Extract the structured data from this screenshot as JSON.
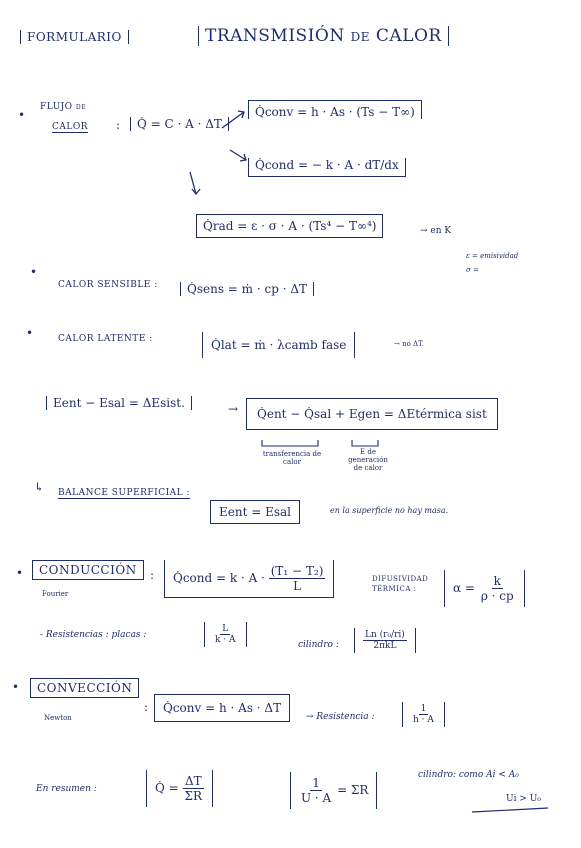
{
  "header": {
    "formulario": "FORMULARIO",
    "title": "TRANSMISIÓN de CALOR"
  },
  "flujo": {
    "bullet": "•",
    "label_line1": "FLUJO de",
    "label_line2": "CALOR",
    "colon": ":",
    "main_formula": "Q̇ = C · A · ΔT",
    "conv": "Q̇conv = h · As · (Ts − T∞)",
    "cond": "Q̇cond = − k · A · dT/dx",
    "rad": "Q̇rad = ε · σ · A · (Ts⁴ − T∞⁴)",
    "rad_note": "→ en K",
    "eps_note": "ε = emisividad",
    "sigma_note": "σ ="
  },
  "sensible": {
    "bullet": "•",
    "label": "CALOR SENSIBLE :",
    "formula": "Q̇sens = ṁ · cp · ΔT"
  },
  "latente": {
    "bullet": "•",
    "label": "CALOR LATENTE :",
    "formula": "Q̇lat = ṁ · λcamb fase",
    "note": "→ no ΔT."
  },
  "balance": {
    "left": "Eent − Esal = ΔEsist.",
    "arrow": "→",
    "right": "Q̇ent − Q̇sal + Egen = ΔEtérmica sist",
    "under_left_1": "transferencia de",
    "under_left_2": "calor",
    "under_right_1": "E de",
    "under_right_2": "generación",
    "under_right_3": "de calor"
  },
  "superficial": {
    "prefix": "↳",
    "label": "BALANCE SUPERFICIAL :",
    "formula": "Eent = Esal",
    "note": "en la superficie no hay masa."
  },
  "conduccion": {
    "bullet": "•",
    "label": "CONDUCCIÓN",
    "sub": "Fourier",
    "colon": ":",
    "formula_lhs": "Q̇cond = k · A ·",
    "formula_num": "(T₁ − T₂)",
    "formula_den": "L",
    "difus_1": "DIFUSIVIDAD",
    "difus_2": "TÉRMICA :",
    "alpha_lhs": "α =",
    "alpha_num": "k",
    "alpha_den": "ρ · cp",
    "resist_label": "- Resistencias : placas :",
    "placa_num": "L",
    "placa_den": "k · A",
    "cil_label": "cilindro :",
    "cil_num": "Ln (r₀/ri)",
    "cil_den": "2πkL"
  },
  "conveccion": {
    "bullet": "•",
    "label": "CONVECCIÓN",
    "sub": "Newton",
    "colon": ":",
    "formula": "Q̇conv = h · As · ΔT",
    "arrow_label": "→ Resistencia :",
    "res_num": "1",
    "res_den": "h · A"
  },
  "resumen": {
    "label": "En resumen :",
    "q_lhs": "Q̇ =",
    "q_num": "ΔT",
    "q_den": "ΣR",
    "ua_num": "1",
    "ua_den": "U · A",
    "ua_rhs": "= ΣR",
    "cil_note": "cilindro: como Ai < A₀",
    "ui_note": "Ui > U₀"
  }
}
